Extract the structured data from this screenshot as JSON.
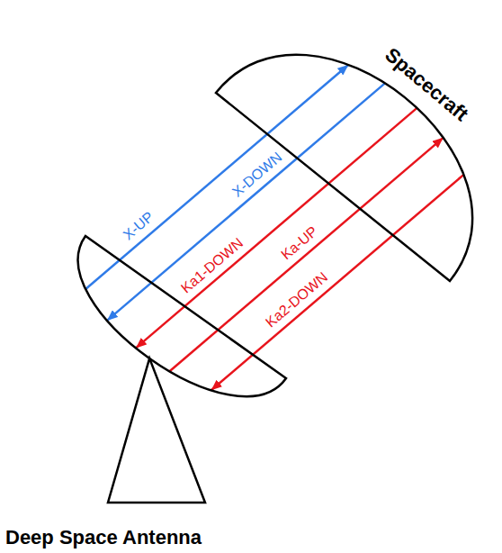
{
  "diagram": {
    "nodes": [
      {
        "text": [
          "Spacecraft"
        ]
      },
      {
        "text": [
          "Deep Space Antenna"
        ]
      }
    ],
    "edges": [
      {
        "from": 1,
        "to": 0,
        "arrow": "to",
        "label": "X-UP"
      },
      {
        "from": 0,
        "to": 1,
        "arrow": "to",
        "label": "X-DOWN"
      },
      {
        "from": 0,
        "to": 1,
        "arrow": "to",
        "label": "Ka1-DOWN"
      },
      {
        "from": 1,
        "to": 0,
        "arrow": "to",
        "label": "Ka-UP"
      },
      {
        "from": 0,
        "to": 1,
        "arrow": "to",
        "label": "Ka2-DOWN"
      }
    ]
  }
}
